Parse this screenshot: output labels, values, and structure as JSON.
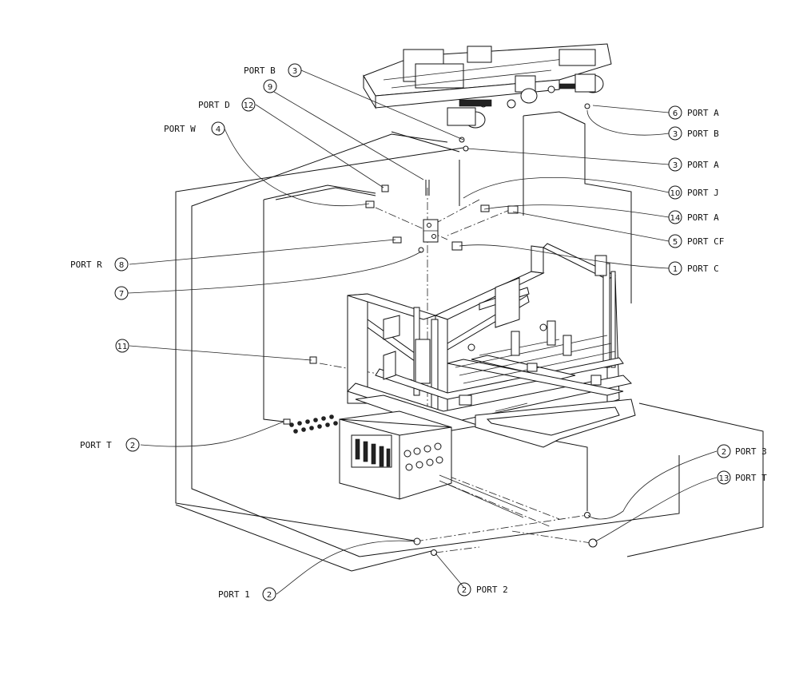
{
  "callouts": [
    {
      "id": "c-port-b-3-top",
      "text": "PORT B",
      "num": "3"
    },
    {
      "id": "c-9",
      "text": "",
      "num": "9"
    },
    {
      "id": "c-port-d-12",
      "text": "PORT D",
      "num": "12"
    },
    {
      "id": "c-port-w-4",
      "text": "PORT W",
      "num": "4"
    },
    {
      "id": "c-6-port-a",
      "text": "PORT A",
      "num": "6"
    },
    {
      "id": "c-3-port-b",
      "text": "PORT B",
      "num": "3"
    },
    {
      "id": "c-3-port-a",
      "text": "PORT A",
      "num": "3"
    },
    {
      "id": "c-10-port-j",
      "text": "PORT J",
      "num": "10"
    },
    {
      "id": "c-14-port-a",
      "text": "PORT A",
      "num": "14"
    },
    {
      "id": "c-5-port-cf",
      "text": "PORT CF",
      "num": "5"
    },
    {
      "id": "c-1-port-c",
      "text": "PORT C",
      "num": "1"
    },
    {
      "id": "c-port-r-8",
      "text": "PORT R",
      "num": "8"
    },
    {
      "id": "c-7",
      "text": "",
      "num": "7"
    },
    {
      "id": "c-11",
      "text": "",
      "num": "11"
    },
    {
      "id": "c-port-t-2",
      "text": "PORT T",
      "num": "2"
    },
    {
      "id": "c-2-port-3",
      "text": "PORT 3",
      "num": "2"
    },
    {
      "id": "c-13-port-t",
      "text": "PORT T",
      "num": "13"
    },
    {
      "id": "c-port-1-2",
      "text": "PORT 1",
      "num": "2"
    },
    {
      "id": "c-2-port-2",
      "text": "PORT 2",
      "num": "2"
    }
  ]
}
